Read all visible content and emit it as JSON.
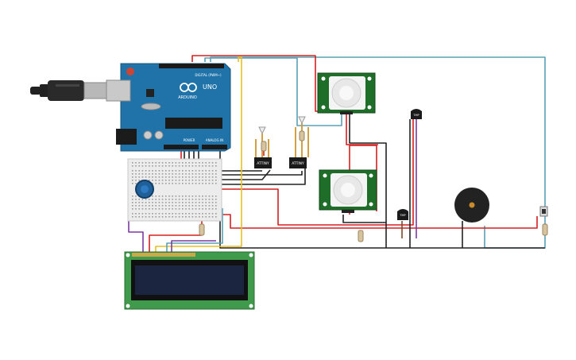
{
  "arduino": {
    "logo_text": "ARDUINO",
    "model_text": "UNO",
    "digital_label": "DIGITAL (PWM~)",
    "power_label": "POWER",
    "analog_label": "ANALOG IN",
    "board_color": "#1f73a8"
  },
  "attiny_chips": [
    {
      "label": "ATTINY"
    },
    {
      "label": "ATTINY"
    }
  ],
  "tmp_sensors": [
    {
      "label": "TMP"
    },
    {
      "label": "TMP"
    }
  ],
  "pir_sensors": [
    {
      "board_color": "#1e6e2a"
    },
    {
      "board_color": "#1e6e2a"
    }
  ],
  "lcd": {
    "screen_color": "#1b2540",
    "board_color": "#3f9a4b"
  },
  "colors": {
    "wire_red": "#d42020",
    "wire_black": "#222222",
    "wire_teal": "#5aa0b5",
    "wire_yellow": "#e8c020",
    "wire_green": "#2e9a3a",
    "wire_purple": "#7a3aa0",
    "wire_brown": "#7a4a2a"
  }
}
